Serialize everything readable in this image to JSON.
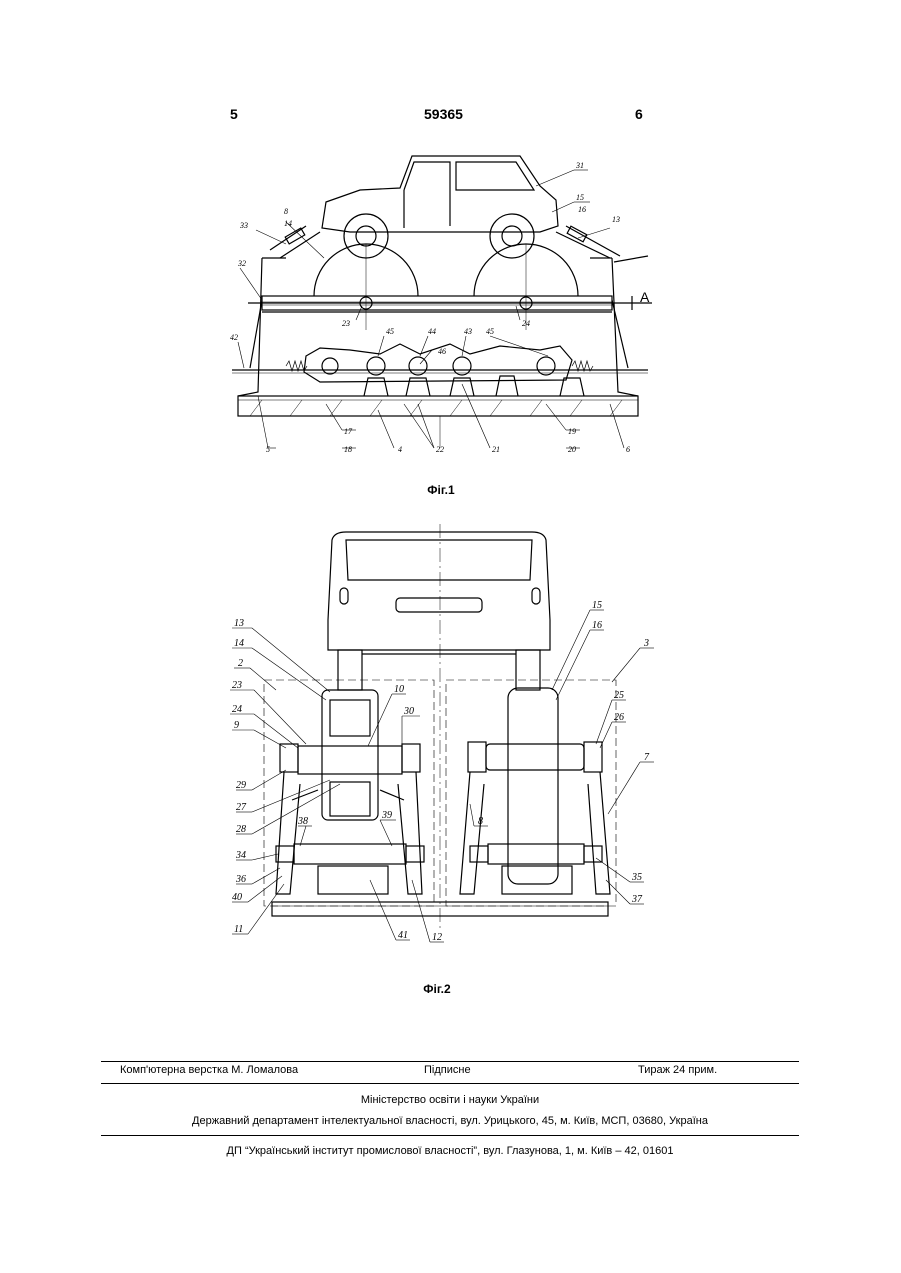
{
  "header": {
    "left_page": "5",
    "patent_number": "59365",
    "right_page": "6"
  },
  "fig1": {
    "caption": "Фіг.1",
    "view_marker": "А",
    "labels": [
      "31",
      "15",
      "16",
      "13",
      "33",
      "8",
      "14",
      "32",
      "23",
      "24",
      "42",
      "45",
      "44",
      "43",
      "45",
      "46",
      "5",
      "17",
      "18",
      "4",
      "22",
      "21",
      "19",
      "20",
      "6"
    ]
  },
  "fig2": {
    "caption": "Фіг.2",
    "labels": [
      "13",
      "14",
      "2",
      "23",
      "24",
      "9",
      "10",
      "30",
      "29",
      "27",
      "28",
      "38",
      "39",
      "34",
      "36",
      "40",
      "11",
      "41",
      "12",
      "15",
      "16",
      "3",
      "25",
      "26",
      "7",
      "8",
      "35",
      "37"
    ]
  },
  "footer": {
    "typesetter": "Комп'ютерна верстка М. Ломалова",
    "signed": "Підписне",
    "circulation": "Тираж 24 прим.",
    "ministry": "Міністерство освіти і науки України",
    "department": "Державний департамент інтелектуальної власності, вул. Урицького, 45, м. Київ, МСП, 03680, Україна",
    "institute": "ДП “Український інститут промислової власності”, вул. Глазунова, 1, м. Київ – 42, 01601"
  }
}
